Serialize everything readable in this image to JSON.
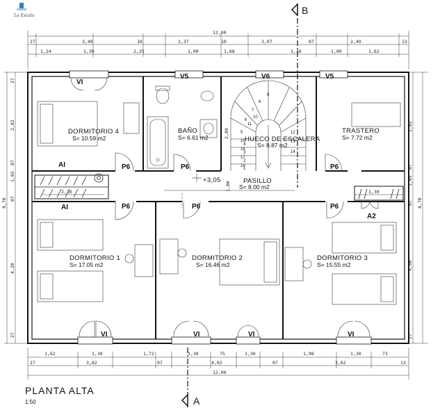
{
  "logo": {
    "text": "La Escala"
  },
  "section_marks": {
    "top": "B",
    "bottom": "A"
  },
  "title": "PLANTA ALTA",
  "scale": "1:50",
  "dims": {
    "top_total": "12,00",
    "top_row1": [
      "27",
      "3,40",
      "10",
      "2,37",
      "10",
      "3,07",
      "07",
      "2,49",
      "13"
    ],
    "top_row2": [
      "1,24",
      "1,30",
      "2,25",
      "1,00",
      "1,68",
      "1,30",
      "1,00",
      "1,62"
    ],
    "bottom_row1": [
      "1,62",
      "1,30",
      "1,72",
      "1,30",
      "75",
      "1,30",
      "1,98",
      "1,30",
      "73"
    ],
    "bottom_row2": [
      "27",
      "3,82",
      "07",
      "4,02",
      "07",
      "3,62",
      "13"
    ],
    "bottom_total": "12,00",
    "left": [
      "27",
      "2,82",
      "07",
      "1,65",
      "07",
      "4,20",
      "27"
    ],
    "left_total": "8,70",
    "right": [
      "2,82",
      "07",
      "1,65",
      "07",
      "4,00",
      "27"
    ],
    "right_total": "8,70",
    "inner": [
      "2,16",
      "1,30",
      "1,00",
      "2,89"
    ]
  },
  "rooms": [
    {
      "name": "DORMITORIO 4",
      "area": "S= 10.59 m2"
    },
    {
      "name": "BAÑO",
      "area": "S= 6.61 m2"
    },
    {
      "name": "HUECO DE ESCALERA",
      "area": "S= 8.87 m2"
    },
    {
      "name": "TRASTERO",
      "area": "S= 7.72 m2"
    },
    {
      "name": "PASILLO",
      "area": "S= 8.00 m2"
    },
    {
      "name": "DORMITORIO 1",
      "area": "S= 17.05 m2"
    },
    {
      "name": "DORMITORIO 2",
      "area": "S= 16.46 m2"
    },
    {
      "name": "DORMITORIO 3",
      "area": "S= 15.55 m2"
    }
  ],
  "level": "+3,05",
  "codes": {
    "windows_top": [
      "VI",
      "V5",
      "V6",
      "V5"
    ],
    "doors_upper": [
      "P6",
      "P6",
      "P6"
    ],
    "doors_lower": [
      "P6",
      "P6",
      "P6"
    ],
    "wardrobes": [
      "AI",
      "AI",
      "A2"
    ],
    "windows_bottom": [
      "VI",
      "VI",
      "VI",
      "VI"
    ]
  },
  "stair_steps": [
    "1",
    "2",
    "3",
    "4",
    "5",
    "6",
    "7",
    "8",
    "9",
    "10",
    "11",
    "12",
    "13",
    "14",
    "15",
    "16",
    "17",
    "18"
  ]
}
